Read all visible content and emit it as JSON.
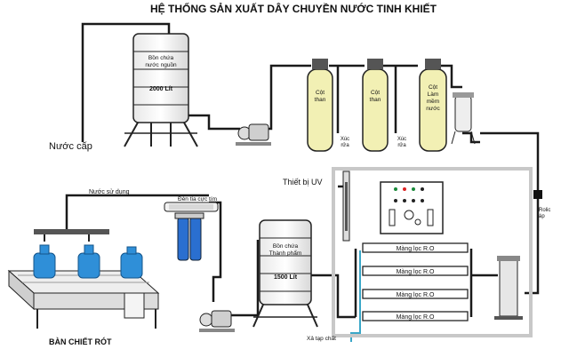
{
  "title": "HỆ THỐNG SẢN XUẤT DÂY CHUYỀN NƯỚC TINH KHIẾT",
  "labels": {
    "source_tank_line1": "Bồn chứa",
    "source_tank_line2": "nước nguồn",
    "source_tank_capacity": "2000 Lít",
    "feed_water": "Nước cấp",
    "column_carbon_1_line1": "Cột",
    "column_carbon_1_line2": "than",
    "column_carbon_2_line1": "Cột",
    "column_carbon_2_line2": "than",
    "column_softener_line1": "Cột",
    "column_softener_line2": "Làm",
    "column_softener_line3": "mềm",
    "column_softener_line4": "nước",
    "backwash_1_line1": "Xúc",
    "backwash_1_line2": "rửa",
    "backwash_2_line1": "Xúc",
    "backwash_2_line2": "rửa",
    "uv_device": "Thiết bị UV",
    "uv_lamp": "Đèn tia cực tím",
    "used_water": "Nước sử dụng",
    "product_tank_line1": "Bồn chứa",
    "product_tank_line2": "Thành phẩm",
    "product_tank_capacity": "1500 Lít",
    "ro_membrane_1": "Màng lọc R.O",
    "ro_membrane_2": "Màng lọc R.O",
    "ro_membrane_3": "Màng lọc R.O",
    "ro_membrane_4": "Màng lọc R.O",
    "drain": "Xả tạp chất",
    "cartridge_filter_line1": "Rolic",
    "cartridge_filter_line2": "áp",
    "filling_station": "BÀN CHIẾT RÓT"
  },
  "colors": {
    "pipe": "#1a1a1a",
    "column_fill": "#f2f0b4",
    "bottle_blue": "#2f8fd8",
    "cartridge_blue": "#2a6fd0",
    "frame_gray": "#c8c8c8",
    "drain_line": "#3aa7c8"
  }
}
